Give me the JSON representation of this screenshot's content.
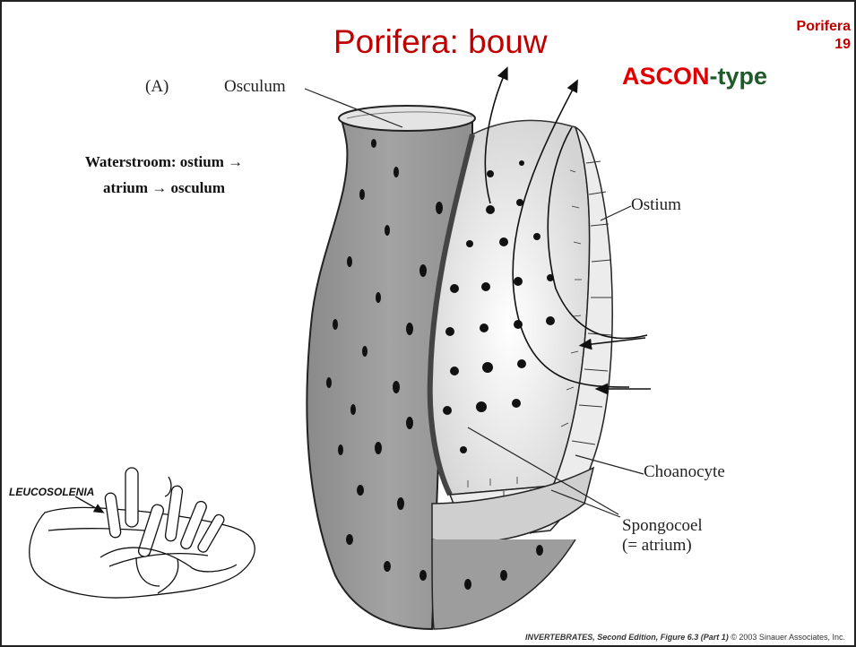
{
  "slide": {
    "title": "Porifera: bouw",
    "corner_label": "Porifera",
    "slide_number": "19",
    "type_highlight": "ASCON",
    "type_suffix": "-type",
    "note_line1": "Waterstroom: ostium →",
    "note_line2": "atrium → osculum",
    "caption_title": "INVERTEBRATES, Second Edition,",
    "caption_figure": "Figure 6.3 (Part 1)",
    "caption_credit": "© 2003 Sinauer Associates, Inc."
  },
  "diagram": {
    "panel_label": "(A)",
    "labels": {
      "osculum": "Osculum",
      "ostium": "Ostium",
      "choanocyte": "Choanocyte",
      "spongocoel": "Spongocoel",
      "spongocoel_note": "(= atrium)"
    },
    "inset_label": "LEUCOSOLENIA"
  },
  "colors": {
    "title": "#c00000",
    "ascon_red": "#e00000",
    "type_green": "#1f5a2a",
    "body_wall": "#9a9a9a",
    "inner_wall": "#f2f2f2"
  }
}
